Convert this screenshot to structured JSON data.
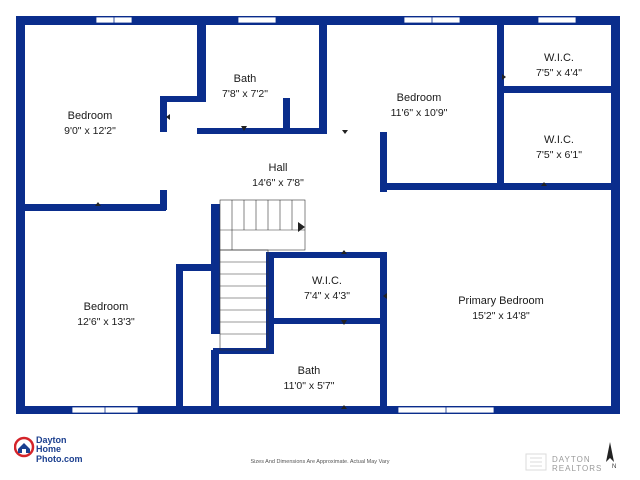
{
  "rooms": {
    "bedroom_1": {
      "name": "Bedroom",
      "dim": "9'0\" x 12'2\""
    },
    "bath_1": {
      "name": "Bath",
      "dim": "7'8\" x 7'2\""
    },
    "bedroom_2": {
      "name": "Bedroom",
      "dim": "11'6\" x 10'9\""
    },
    "wic_1": {
      "name": "W.I.C.",
      "dim": "7'5\" x 4'4\""
    },
    "wic_2": {
      "name": "W.I.C.",
      "dim": "7'5\" x 6'1\""
    },
    "hall": {
      "name": "Hall",
      "dim": "14'6\" x 7'8\""
    },
    "bedroom_3": {
      "name": "Bedroom",
      "dim": "12'6\" x 13'3\""
    },
    "wic_3": {
      "name": "W.I.C.",
      "dim": "7'4\" x 4'3\""
    },
    "primary_bedroom": {
      "name": "Primary Bedroom",
      "dim": "15'2\" x 14'8\""
    },
    "bath_2": {
      "name": "Bath",
      "dim": "11'0\" x 5'7\""
    }
  },
  "logo": {
    "line1": "Dayton",
    "line2": "Home",
    "line3": "Photo.com"
  },
  "disclaimer": "Sizes And Dimensions Are Approximate. Actual May Vary",
  "watermark": "DAYTON REALTORS",
  "north": "N",
  "colors": {
    "wall": "#0a2d8c",
    "window": "#ffffff",
    "brand_red": "#d4242a"
  }
}
